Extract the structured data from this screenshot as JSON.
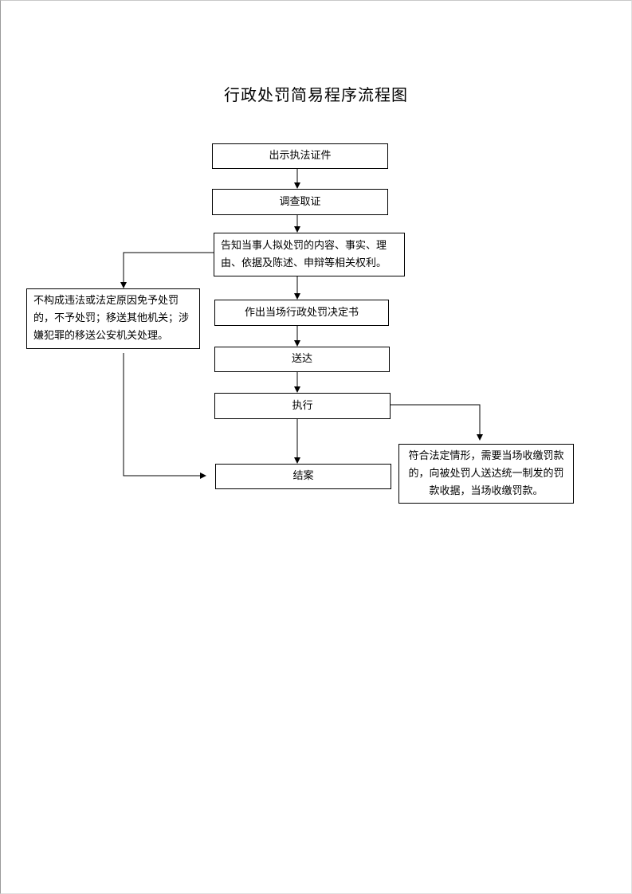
{
  "title": "行政处罚简易程序流程图",
  "steps": {
    "show_id": "出示执法证件",
    "investigate": "调查取证",
    "inform": "告知当事人拟处罚的内容、事实、理由、依据及陈述、申辩等相关权利。",
    "decision": "作出当场行政处罚决定书",
    "deliver": "送达",
    "execute": "执行",
    "close": "结案"
  },
  "side": {
    "no_penalty": "不构成违法或法定原因免予处罚的，不予处罚；移送其他机关；涉嫌犯罪的移送公安机关处理。",
    "on_site_fine": "符合法定情形，需要当场收缴罚款的，向被处罚人送达统一制发的罚款收据，当场收缴罚款。"
  }
}
